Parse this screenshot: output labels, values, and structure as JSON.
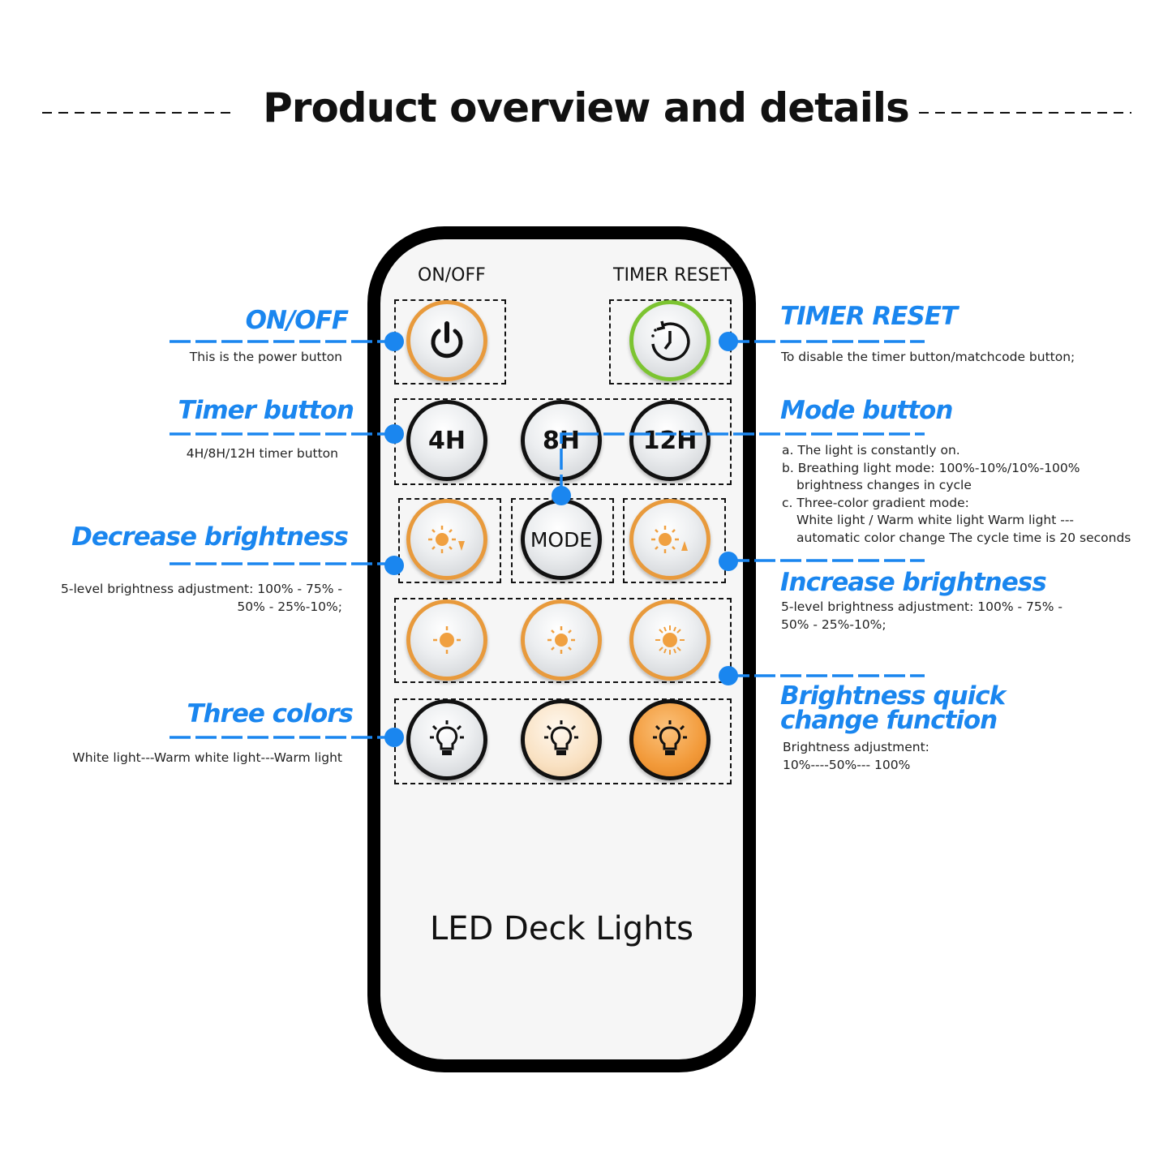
{
  "title": "Product overview and details",
  "remote": {
    "top_labels": {
      "on_off": "ON/OFF",
      "timer_reset": "TIMER RESET"
    },
    "timer_buttons": [
      "4H",
      "8H",
      "12H"
    ],
    "mode_label": "MODE",
    "brand": "LED Deck Lights"
  },
  "callouts": {
    "on_off": {
      "title": "ON/OFF",
      "desc": "This is the power button"
    },
    "timer_button": {
      "title": "Timer button",
      "desc": "4H/8H/12H timer button"
    },
    "decrease": {
      "title": "Decrease brightness",
      "desc": [
        "5-level brightness adjustment: 100% - 75% -",
        "50% - 25%-10%;"
      ]
    },
    "three_colors": {
      "title": "Three colors",
      "desc": "White light---Warm white light---Warm light"
    },
    "timer_reset": {
      "title": "TIMER RESET",
      "desc": "To disable the timer button/matchcode button;"
    },
    "mode": {
      "title": "Mode button",
      "desc": [
        "a. The light is constantly on.",
        "b. Breathing light mode: 100%-10%/10%-100%",
        "brightness changes in cycle",
        "c. Three-color gradient mode:",
        "White light / Warm white light Warm light ---",
        "automatic color change The cycle time is 20 seconds"
      ]
    },
    "increase": {
      "title": "Increase brightness",
      "desc": [
        "5-level brightness adjustment: 100% - 75% -",
        "50% - 25%-10%;"
      ]
    },
    "quick": {
      "title": [
        "Brightness quick",
        "change function"
      ],
      "desc": [
        "Brightness adjustment:",
        "10%----50%--- 100%"
      ]
    }
  },
  "colors": {
    "accent": "#1a86ef",
    "orange": "#e89a3c",
    "green": "#7cc431"
  }
}
